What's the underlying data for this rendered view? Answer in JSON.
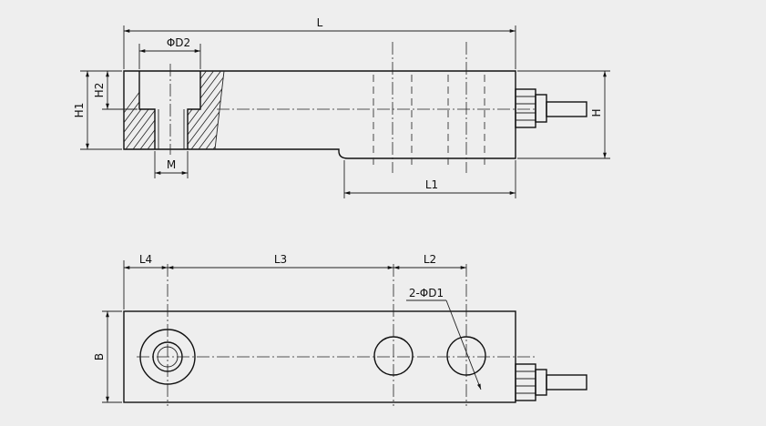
{
  "labels": {
    "L": "L",
    "phi_D2": "ΦD2",
    "H1": "H1",
    "H2": "H2",
    "M": "M",
    "H": "H",
    "L1": "L1",
    "L4": "L4",
    "L3": "L3",
    "L2": "L2",
    "D1": "2-ΦD1",
    "B": "B"
  }
}
